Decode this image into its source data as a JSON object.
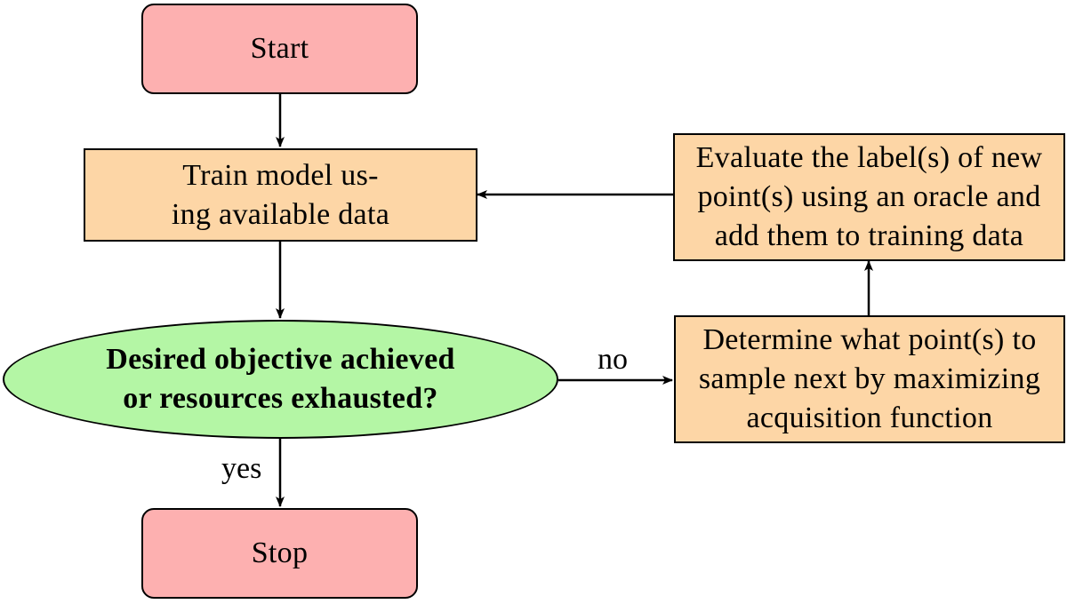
{
  "nodes": {
    "start": {
      "label": "Start"
    },
    "train": {
      "lines": [
        "Train model us-",
        "ing available data"
      ]
    },
    "decision": {
      "lines": [
        "Desired objective achieved",
        "or resources exhausted?"
      ]
    },
    "determine": {
      "lines": [
        "Determine what point(s) to",
        "sample next by maximizing",
        "acquisition function"
      ]
    },
    "evaluate": {
      "lines": [
        "Evaluate the label(s) of new",
        "point(s) using an oracle and",
        "add them to training data"
      ]
    },
    "stop": {
      "label": "Stop"
    }
  },
  "edges": {
    "no_label": "no",
    "yes_label": "yes"
  },
  "colors": {
    "terminal": "#fdb0b0",
    "process": "#fdd6a6",
    "decision": "#b4f6a5",
    "stroke": "#000000"
  }
}
